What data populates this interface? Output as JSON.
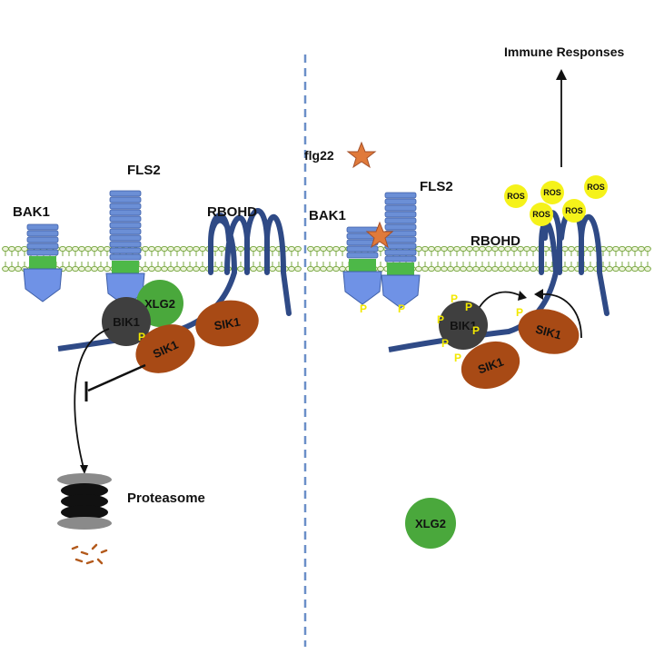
{
  "labels": {
    "fls2": "FLS2",
    "bak1": "BAK1",
    "rbohd": "RBOHD",
    "xlg2": "XLG2",
    "bik1": "BIK1",
    "sik1": "SIK1",
    "proteasome": "Proteasome",
    "flg22": "flg22",
    "immune_responses": "Immune Responses",
    "ros": "ROS",
    "p": "P"
  },
  "colors": {
    "membrane_line": "#7aa843",
    "membrane_head": "#eef4dc",
    "receptor_stack": "#6b8fd6",
    "receptor_stack_dark": "#3e5fa8",
    "receptor_green": "#4db848",
    "receptor_foot": "#6f92e6",
    "rbohd": "#2f4a86",
    "xlg2": "#4aa83c",
    "bik1": "#3f3f3f",
    "sik1": "#a84a15",
    "phospho": "#f2e800",
    "ros": "#f5f21a",
    "flg22": "#e07a3a",
    "divider": "#6b8fc8",
    "fragment": "#b35a1c"
  }
}
